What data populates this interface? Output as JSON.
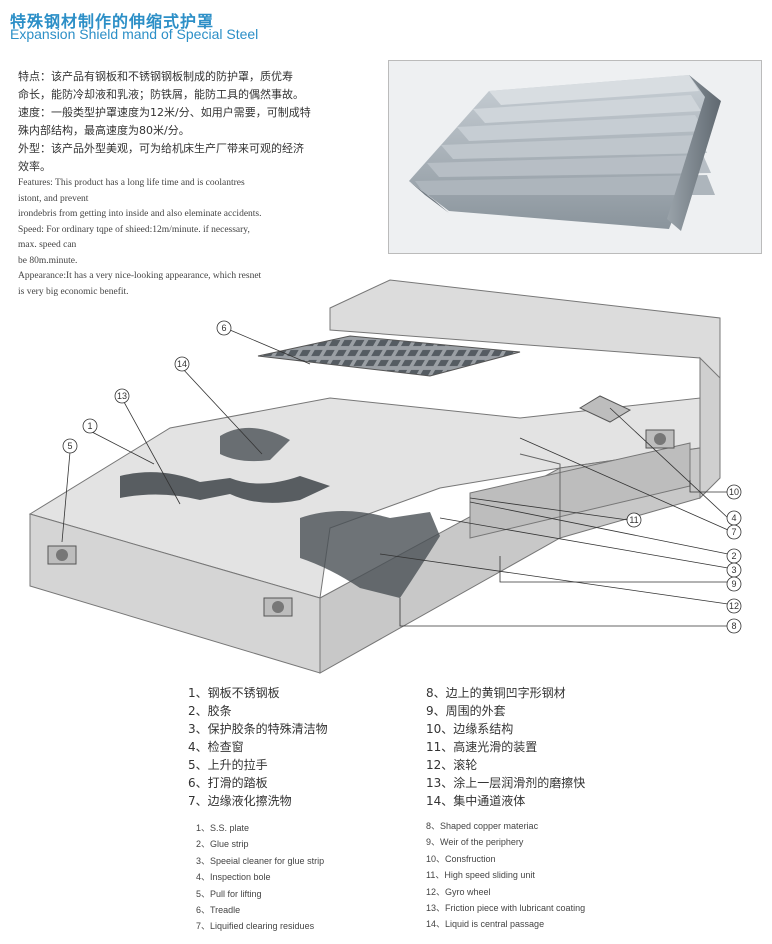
{
  "header": {
    "title_cn": "特殊钢材制作的伸缩式护罩",
    "title_en": "Expansion Shield mand of Special Steel"
  },
  "intro": {
    "cn": [
      "特点：该产品有钢板和不锈钢钢板制成的防护罩，质优寿",
      "命长，能防冷却液和乳液；防铁屑，能防工具的偶然事故。",
      "速度：一般类型护罩速度为12米/分、如用户需要，可制成特",
      "殊内部结构，最高速度为80米/分。",
      "外型：该产品外型美观，可为给机床生产厂带来可观的经济",
      "效率。"
    ],
    "en": [
      "Features: This product has a long life time and is coolantres",
      "istont, and prevent",
      "irondebris from getting into inside and also eleminate accidents.",
      "Speed: For ordinary tqpe of shieed:12m/minute. if necessary,",
      "max. speed can",
      "be 80m.minute.",
      "Appearance:It has a very nice-looking appearance, which resnet",
      "is very big economic benefit."
    ]
  },
  "diagram": {
    "callouts": [
      "6",
      "14",
      "13",
      "1",
      "5",
      "10",
      "4",
      "7",
      "11",
      "2",
      "3",
      "9",
      "12",
      "8"
    ]
  },
  "parts_cn_left": [
    "1、钢板不锈钢板",
    "2、胶条",
    "3、保护胶条的特殊清洁物",
    "4、检查窗",
    "5、上升的拉手",
    "6、打滑的踏板",
    "7、边缘液化擦洗物"
  ],
  "parts_cn_right": [
    "8、边上的黄铜凹字形钢材",
    "9、周围的外套",
    "10、边缘系结构",
    "11、高速光滑的装置",
    "12、滚轮",
    "13、涂上一层润滑剂的磨擦快",
    "14、集中通道液体"
  ],
  "parts_en_left": [
    "1、S.S. plate",
    "2、Glue strip",
    "3、Speeial cleaner for glue strip",
    "4、Inspection bole",
    "5、Pull for lifting",
    "6、Treadle",
    "7、Liquified clearing residues"
  ],
  "parts_en_right": [
    "8、Shaped copper materiac",
    "9、Weir of the periphery",
    "10、Consfruction",
    "11、High speed sliding unit",
    "12、Gyro wheel",
    "13、Friction piece with lubricant coating",
    "14、Liquid is central passage"
  ]
}
